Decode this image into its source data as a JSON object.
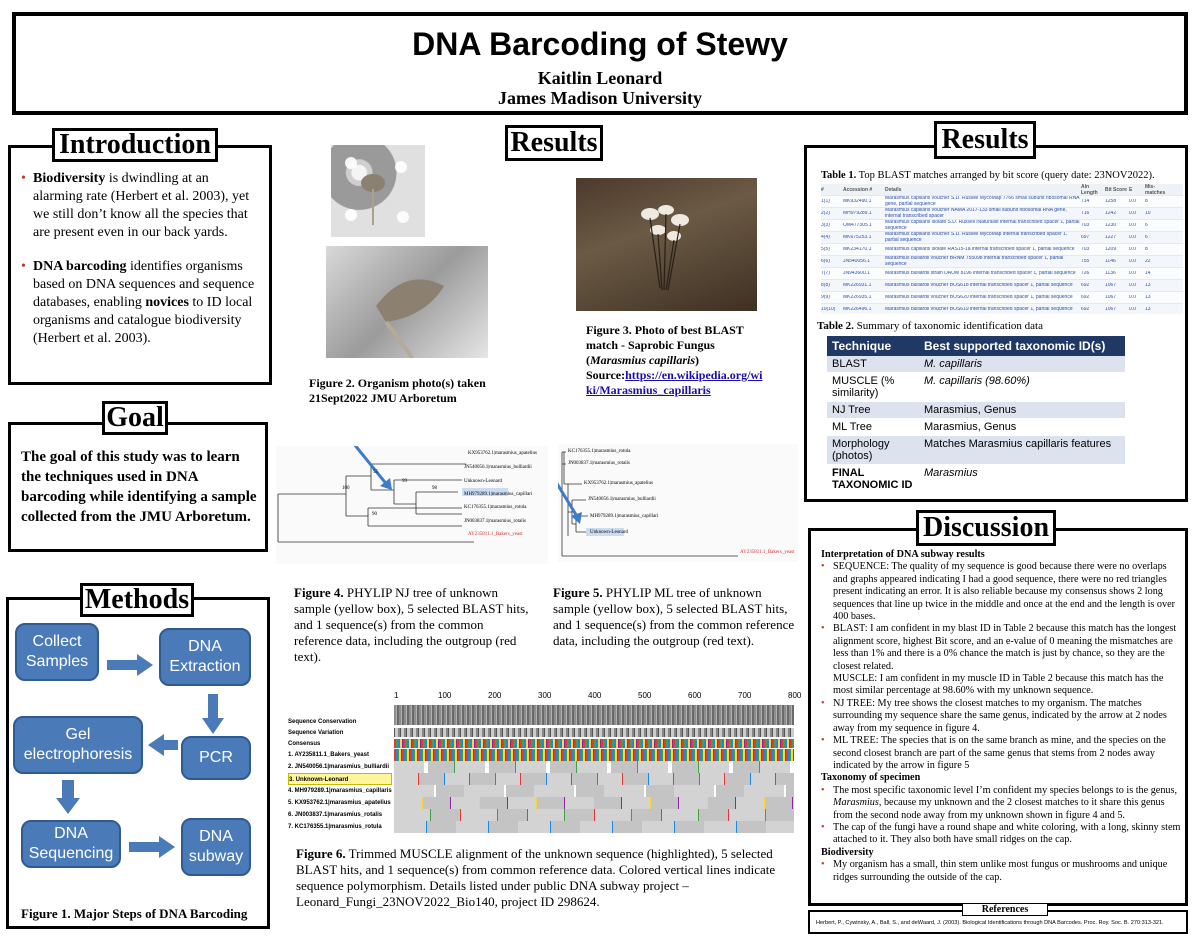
{
  "header": {
    "title": "DNA Barcoding of Stewy",
    "author": "Kaitlin Leonard",
    "institution": "James Madison University"
  },
  "introduction": {
    "heading": "Introduction",
    "p1_bold": "Biodiversity",
    "p1_rest": " is dwindling at an alarming rate (Herbert et al. 2003), yet we still don’t know all the species that are present even in our back yards.",
    "p2_bold": "DNA barcoding",
    "p2_mid": " identifies organisms based on DNA sequences and sequence databases, enabling ",
    "p2_bold2": "novices",
    "p2_end": " to ID local organisms and catalogue biodiversity (Herbert et al. 2003)."
  },
  "goal": {
    "heading": "Goal",
    "text": "The goal of this study was to learn the techniques used in DNA barcoding while identifying a sample collected from the JMU Arboretum."
  },
  "methods": {
    "heading": "Methods",
    "steps": [
      "Collect Samples",
      "DNA Extraction",
      "PCR",
      "Gel electrophoresis",
      "DNA Sequencing",
      "DNA subway"
    ],
    "caption": "Figure 1. Major Steps of DNA Barcoding"
  },
  "results_mid": {
    "heading": "Results",
    "fig2_caption": "Figure 2.  Organism photo(s) taken 21Sept2022 JMU Arboretum",
    "fig3_caption_bold": "Figure 3.  Photo of best BLAST match  -  Saprobic Fungus  (",
    "fig3_species": "Marasmius capillaris",
    "fig3_close": ")",
    "fig3_source_label": "Source:",
    "fig3_link": "https://en.wikipedia.org/wiki/Marasmius_capillaris",
    "fig4_caption": "Figure 4. PHYLIP NJ tree of unknown sample (yellow box), 5 selected BLAST hits, and 1 sequence(s) from the common reference data, including the outgroup (red text).",
    "fig4_bold": "Figure 4.",
    "fig4_rest": " PHYLIP NJ tree of unknown sample (yellow box), 5 selected BLAST hits, and 1 sequence(s) from the common reference data, including the outgroup (red text).",
    "fig5_bold": "Figure 5.",
    "fig5_rest": " PHYLIP ML tree of unknown sample (yellow box), 5 selected BLAST hits, and 1 sequence(s) from the common reference data, including the outgroup (red text).",
    "fig6_bold": "Figure 6.",
    "fig6_rest": " Trimmed MUSCLE alignment of the unknown sequence (highlighted),  5 selected BLAST hits, and 1 sequence(s) from common reference data. Colored vertical lines indicate sequence polymorphism. Details listed under public DNA subway project – Leonard_Fungi_23NOV2022_Bio140, project ID 298624."
  },
  "nj_tree": {
    "labels": [
      "KX953762.1|marasmius_apatelius",
      "JN540056.1|marasmius_bulliardii",
      "Unknown-Leonard",
      "MH979289.1|marasmius_capillari",
      "KC176355.1|marasmius_rotula",
      "JN003837.1|marasmius_rotalis",
      "AY235811.1_Bakers_yeast"
    ],
    "bootstrap": [
      "55",
      "99",
      "98",
      "100",
      "90"
    ]
  },
  "ml_tree": {
    "labels": [
      "KC176355.1|marasmius_rotula",
      "JN003837.1|marasmius_rotalis",
      "KX953762.1|marasmius_apatelius",
      "JN540056.1|marasmius_bulliardii",
      "MH979289.1|marasmius_capillari",
      "Unknown-Leonard",
      "AY235811.1_Bakers_yeast"
    ]
  },
  "msa": {
    "ruler": [
      "1",
      "100",
      "200",
      "300",
      "400",
      "500",
      "600",
      "700",
      "800"
    ],
    "track_labels": [
      "Sequence Conservation",
      "Sequence Variation",
      "Consensus"
    ],
    "rows": [
      "1. AY235811.1_Bakers_yeast",
      "2. JN540056.1|marasmius_bulliardii",
      "3. Unknown-Leonard",
      "4. MH979289.1|marasmius_capillaris",
      "5. KX953762.1|marasmius_apatelius",
      "6. JN003837.1|marasmius_rotalis",
      "7. KC176355.1|marasmius_rotula"
    ]
  },
  "results_right": {
    "heading": "Results",
    "table1_bold": "Table 1.",
    "table1_rest": " Top BLAST matches arranged by bit score (query date: 23NOV2022).",
    "blast_header": [
      "#",
      "Accession #",
      "Details",
      "Aln Length",
      "Bit Score",
      "E",
      "Mis-matches"
    ],
    "blast_rows": [
      [
        "1(1)",
        "MK932490.1",
        "Marasmius capillaris voucher S.D. Russell MycoMap 7766 small subunit ribosomal RNA gene, partial sequence",
        "714",
        "1258",
        "0.0",
        "8"
      ],
      [
        "2(2)",
        "MH979289.1",
        "Marasmius capillaris voucher NAMA 2017-133 small subunit ribosomal RNA gene, internal transcribed spacer",
        "716",
        "1242",
        "0.0",
        "10"
      ],
      [
        "3(3)",
        "OM477305.1",
        "Marasmius capillaris isolate S.D. Russell iNaturalist internal transcribed spacer 1, partial sequence",
        "703",
        "1230",
        "0.0",
        "6"
      ],
      [
        "4(4)",
        "MK675253.1",
        "Marasmius capillaris voucher S.D. Russell MycoMap internal transcribed spacer 1, partial sequence",
        "697",
        "1227",
        "0.0",
        "6"
      ],
      [
        "5(5)",
        "MK234170.1",
        "Marasmius capillaris isolate RAS15-1a internal transcribed spacer 1, partial sequence",
        "703",
        "1209",
        "0.0",
        "8"
      ],
      [
        "6(6)",
        "JN540056.1",
        "Marasmius bulliardii voucher BRNM 755098 internal transcribed spacer 1, partial sequence",
        "755",
        "1146",
        "0.0",
        "22"
      ],
      [
        "7(7)",
        "JN943600.1",
        "Marasmius bulliardii strain DAOM 8196 internal transcribed spacer 1, partial sequence",
        "726",
        "1136",
        "0.0",
        "14"
      ],
      [
        "8(8)",
        "MK226931.1",
        "Marasmius bulliardii voucher BOS618 internal transcribed spacer 1, partial sequence",
        "692",
        "1067",
        "0.0",
        "13"
      ],
      [
        "9(9)",
        "MK226935.1",
        "Marasmius bulliardii voucher BOS620 internal transcribed spacer 1, partial sequence",
        "692",
        "1067",
        "0.0",
        "13"
      ],
      [
        "10(10)",
        "MK226496.1",
        "Marasmius bulliardii voucher BOS619 internal transcribed spacer 1, partial sequence",
        "692",
        "1067",
        "0.0",
        "13"
      ],
      [
        "11(11)",
        "MK226932.1",
        "Marasmius bulliardii voucher BOS621 internal transcribed spacer 1, partial sequence",
        "692",
        "1062",
        "0.0",
        "14"
      ]
    ],
    "table2_bold": "Table 2.",
    "table2_rest": " Summary of taxonomic identification data",
    "tax_header": [
      "Technique",
      "Best supported taxonomic ID(s)"
    ],
    "tax_rows": [
      {
        "technique": "BLAST",
        "id": "M. capillaris"
      },
      {
        "technique": "MUSCLE (% similarity)",
        "id": "M. capillaris (98.60%)"
      },
      {
        "technique": "NJ Tree",
        "id": "Marasmius, Genus"
      },
      {
        "technique": "ML Tree",
        "id": "Marasmius, Genus"
      },
      {
        "technique": "Morphology (photos)",
        "id": "Matches Marasmius capillaris features"
      },
      {
        "technique": "FINAL TAXONOMIC ID",
        "id": "Marasmius"
      }
    ]
  },
  "discussion": {
    "heading": "Discussion",
    "sub1": "Interpretation of DNA subway results",
    "b1": "SEQUENCE: The quality of my sequence is good because there were no overlaps and graphs appeared indicating I had a good sequence, there were no red triangles present indicating an error. It is also reliable because my consensus shows 2 long sequences that line up twice in the middle and once at the end and the length is over 400 bases.",
    "b2": "BLAST: I am confident in my blast ID in Table 2 because this match has the longest alignment score, highest Bit score, and an e-value of 0 meaning the mismatches are less than 1% and there is a 0% chance the match is just by chance, so they are the closest related.",
    "b2b": "MUSCLE: I am confident in my muscle ID in Table 2 because this match has the most similar percentage at 98.60% with my unknown sequence.",
    "b3": "NJ TREE: My tree shows the closest matches to my organism. The matches surrounding my sequence share the same genus, indicated by the arrow at 2 nodes away from my sequence in figure 4.",
    "b4": "ML TREE: The species that is on the same branch as mine, and the species on the second closest branch are part of the same genus that stems from 2 nodes away indicated by the arrow in figure 5",
    "sub2": "Taxonomy of specimen",
    "b5a": "The most specific taxonomic level I’m confident my species belongs to is the genus, ",
    "b5genus": "Marasmius",
    "b5b": ", because  my unknown and the 2 closest matches to it share this genus from the second node away from my unknown shown in figure 4 and 5.",
    "b6": "The cap of the fungi have a round shape and white coloring, with a long, skinny stem attached to it. They also both have small ridges on the cap.",
    "sub3": "Biodiversity",
    "b7": "My organism has a small, thin stem unlike most fungus or mushrooms and unique ridges surrounding the outside of the cap."
  },
  "references": {
    "heading": "References",
    "text": "Herbert, P., Cywinsky, A., Ball, S., and deWaard, J. (2003). Biological Identifications through DNA Barcodes. Proc. Roy. Soc. B. 270:313-321."
  },
  "colors": {
    "flow_fill": "#4a7ab8",
    "table_header": "#1f3864",
    "table_stripe": "#dde3ee",
    "highlight_yellow": "#fff59d",
    "tree_highlight": "#c9dcf2",
    "outgroup_red": "#d32f2f",
    "arrow_blue": "#3d7cc9",
    "link_blue": "#1a0dab"
  }
}
